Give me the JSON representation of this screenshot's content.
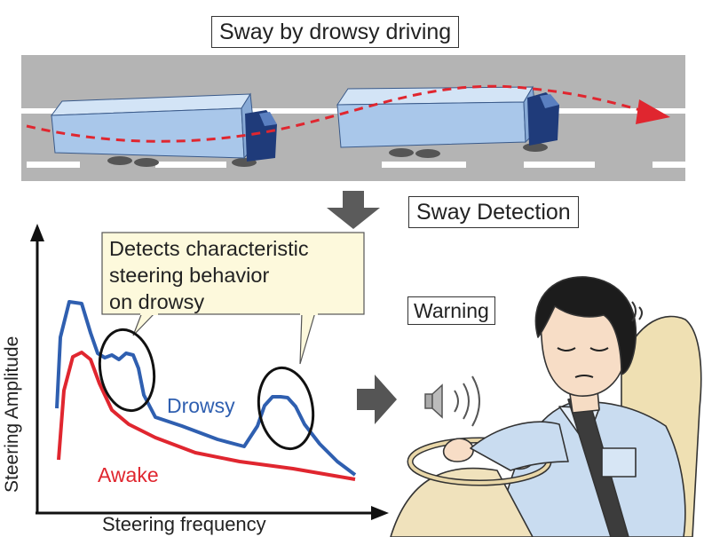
{
  "top": {
    "title": "Sway by drowsy driving"
  },
  "detection": {
    "label": "Sway Detection"
  },
  "callout": {
    "lines": [
      "Detects characteristic",
      "steering behavior",
      "on drowsy"
    ]
  },
  "warning": {
    "label": "Warning"
  },
  "chart_data": {
    "type": "line",
    "xlabel": "Steering frequency",
    "ylabel": "Steering Amplitude",
    "series": [
      {
        "name": "Drowsy",
        "color": "#2f5fb0"
      },
      {
        "name": "Awake",
        "color": "#e0262f"
      }
    ]
  },
  "icons": [
    "speaker-icon",
    "arrow-right-icon",
    "arrow-down-icon"
  ],
  "colors": {
    "road": "#b5b5b5",
    "truck_body": "#a9c8ec",
    "truck_cab": "#1f3b7a",
    "sway_path": "#e0262f"
  }
}
